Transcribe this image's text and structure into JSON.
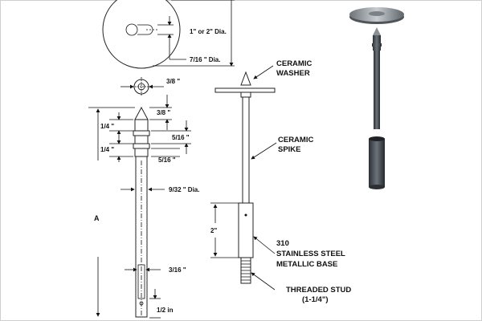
{
  "dimensions": {
    "washer_dia": "1\" or 2\" Dia.",
    "hole_dia": "7/16 \" Dia.",
    "spike_head": "3/8 \"",
    "tip_height": "3/8 \"",
    "seg1": "1/4 \"",
    "seg2": "1/4 \"",
    "ring1": "5/16 \"",
    "ring2": "5/16 \"",
    "shaft_dia": "9/32 \" Dia.",
    "overall": "A",
    "slot": "3/16 \"",
    "bottom": "1/2 in",
    "base_len": "2\""
  },
  "callouts": {
    "washer": [
      "CERAMIC",
      "WASHER"
    ],
    "spike": [
      "CERAMIC",
      "SPIKE"
    ],
    "base": [
      "310",
      "STAINLESS STEEL",
      "METALLIC BASE"
    ],
    "stud": [
      "THREADED STUD",
      "(1-1/4\")"
    ]
  },
  "colors": {
    "ink": "#111111",
    "photo_dark": "#3a3f44",
    "photo_light": "#9aa0a6"
  }
}
